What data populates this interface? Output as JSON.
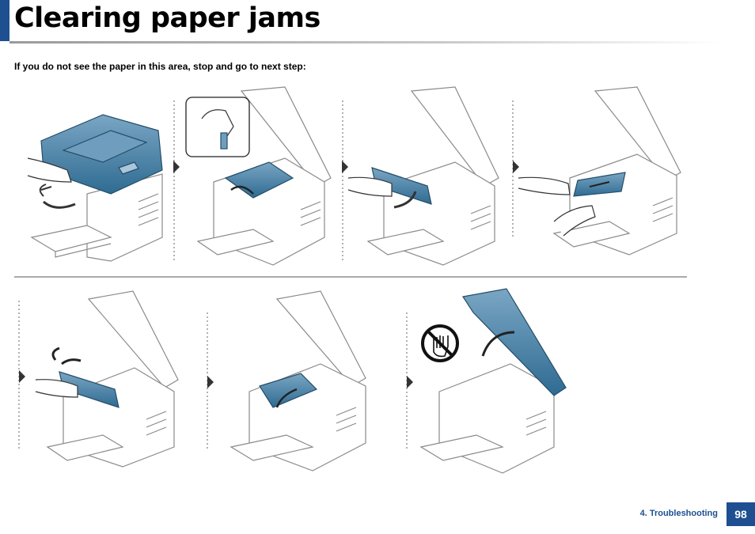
{
  "page": {
    "title": "Clearing paper jams",
    "instruction": "If you do not see the paper in this area, stop and go to next step:"
  },
  "footer": {
    "section": "4.  Troubleshooting",
    "page_number": "98"
  },
  "colors": {
    "accent": "#1d4f91",
    "illustration_blue": "#3f7da3",
    "line_gray": "#8a8a8a"
  },
  "icons": [
    "arrow-icon",
    "no-touch-icon"
  ]
}
